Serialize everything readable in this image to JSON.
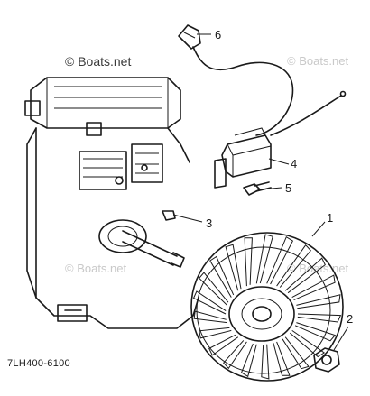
{
  "watermark": {
    "main": "© Boats.net",
    "faded": "© Boats.net"
  },
  "callouts": [
    "1",
    "2",
    "3",
    "4",
    "5",
    "6"
  ],
  "figure_code": "7LH400-6100",
  "colors": {
    "ink": "#1a1a1a",
    "watermark": "#c9c9c9",
    "background": "#ffffff"
  }
}
